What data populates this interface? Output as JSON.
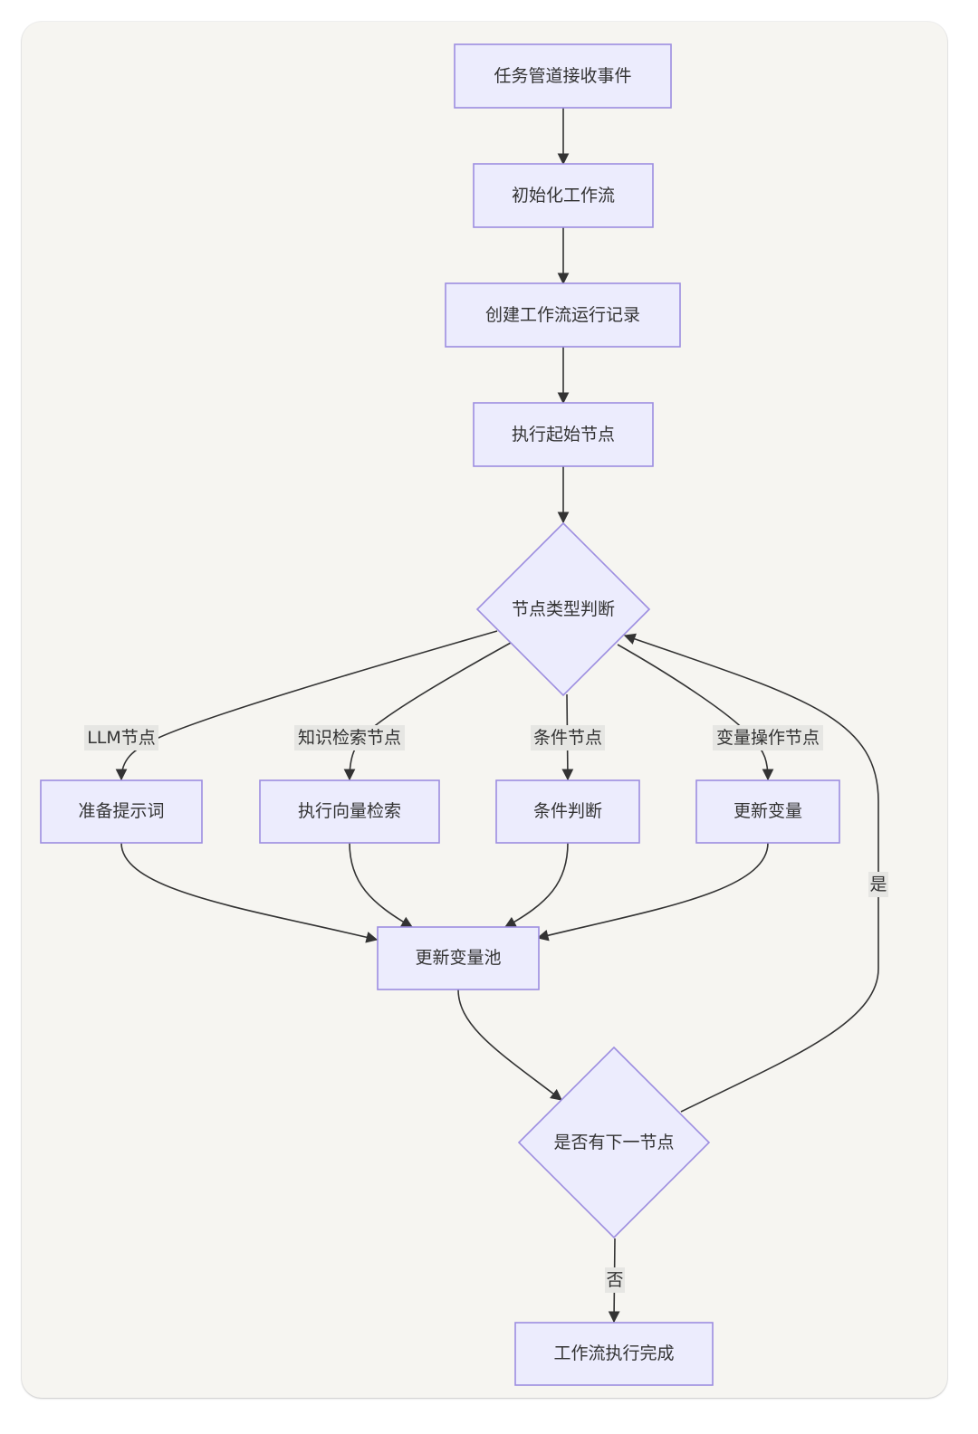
{
  "nodes": {
    "receive_event": "任务管道接收事件",
    "init_workflow": "初始化工作流",
    "create_record": "创建工作流运行记录",
    "exec_start": "执行起始节点",
    "node_type_check": "节点类型判断",
    "prepare_prompt": "准备提示词",
    "vector_search": "执行向量检索",
    "condition_eval": "条件判断",
    "update_var": "更新变量",
    "update_var_pool": "更新变量池",
    "has_next": "是否有下一节点",
    "done": "工作流执行完成"
  },
  "edge_labels": {
    "llm": "LLM节点",
    "knowledge": "知识检索节点",
    "condition": "条件节点",
    "var_op": "变量操作节点",
    "yes": "是",
    "no": "否"
  }
}
